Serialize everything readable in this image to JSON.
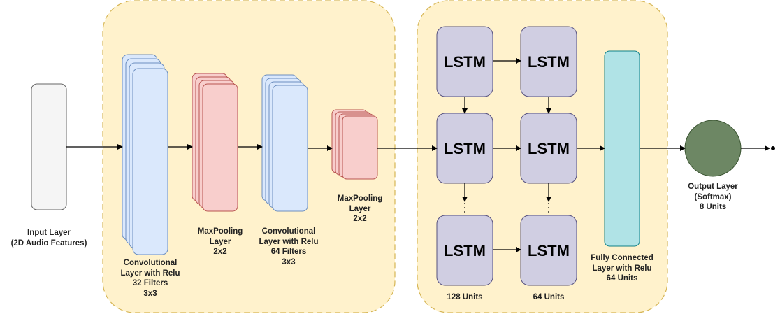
{
  "colors": {
    "group_fill": "#fff2cc",
    "group_stroke": "#d6b656",
    "input_fill": "#f5f5f5",
    "input_stroke": "#666666",
    "conv_fill": "#dae8fc",
    "conv_stroke": "#6c8ebf",
    "pool_fill": "#f8cecc",
    "pool_stroke": "#b85450",
    "lstm_fill": "#d0cee2",
    "lstm_stroke": "#56517e",
    "dense_fill": "#b0e3e6",
    "dense_stroke": "#0e8088",
    "output_fill": "#6d8764",
    "output_stroke": "#3a5431"
  },
  "labels": {
    "input": "Input Layer\n(2D Audio Features)",
    "conv1": "Convolutional\nLayer with Relu\n32 Filters\n3x3",
    "pool1": "MaxPooling\nLayer\n2x2",
    "conv2": "Convolutional\nLayer with Relu\n64 Filters\n3x3",
    "pool2": "MaxPooling\nLayer\n2x2",
    "lstm_units_1": "128 Units",
    "lstm_units_2": "64 Units",
    "dense": "Fully Connected\nLayer with Relu\n64 Units",
    "output": "Output Layer\n(Softmax)\n8 Units"
  },
  "lstm_cell_text": "LSTM"
}
